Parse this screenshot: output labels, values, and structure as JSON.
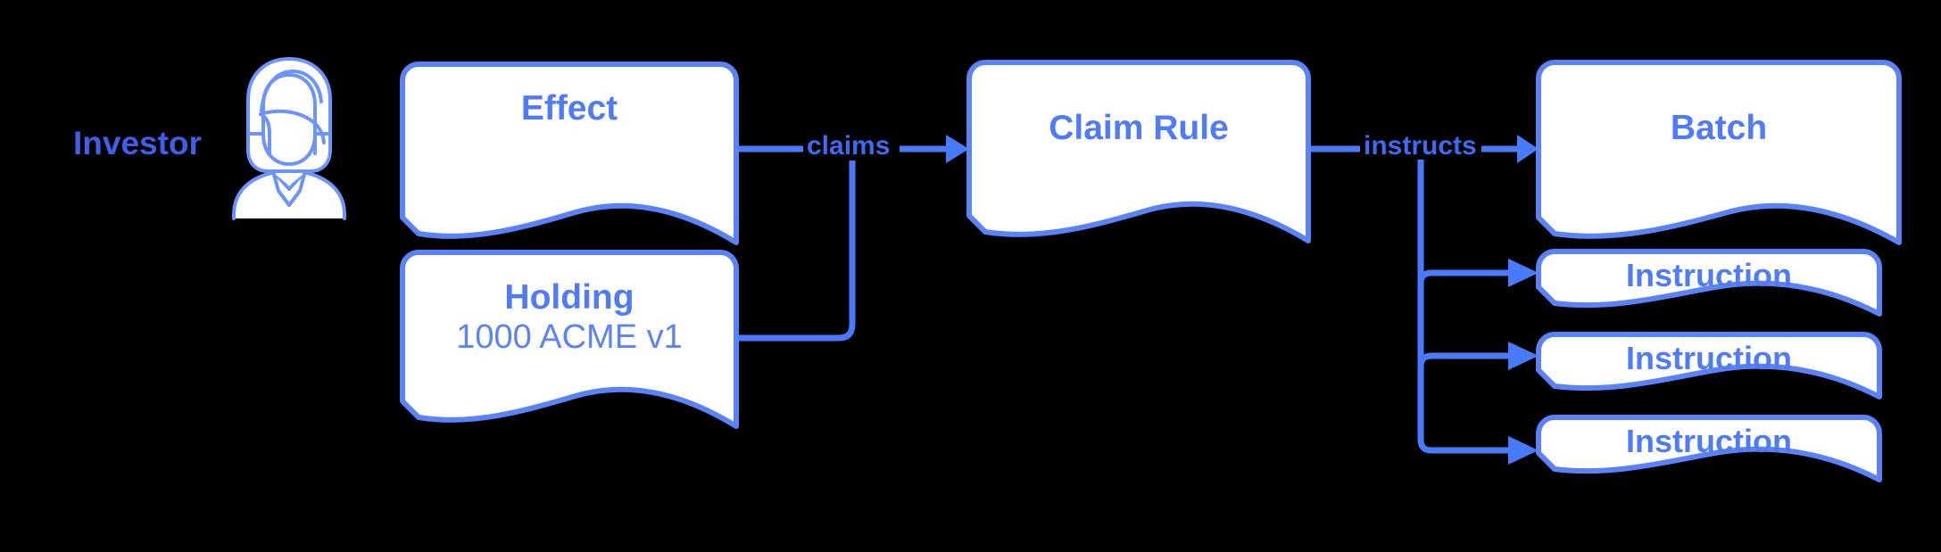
{
  "diagram": {
    "background_color": "#000000",
    "accent_color": "#4f7bf5",
    "node_fill": "#ffffff",
    "node_stroke": "#5b82f7",
    "actor": {
      "label": "Investor",
      "icon": "person-female-icon"
    },
    "nodes": [
      {
        "id": "effect",
        "title": "Effect",
        "subtitle": "",
        "shape": "document"
      },
      {
        "id": "holding",
        "title": "Holding",
        "subtitle": "1000 ACME v1",
        "shape": "document"
      },
      {
        "id": "claim-rule",
        "title": "Claim Rule",
        "subtitle": "",
        "shape": "document"
      },
      {
        "id": "batch",
        "title": "Batch",
        "subtitle": "",
        "shape": "document"
      },
      {
        "id": "instruction-1",
        "title": "Instruction",
        "subtitle": "",
        "shape": "document"
      },
      {
        "id": "instruction-2",
        "title": "Instruction",
        "subtitle": "",
        "shape": "document"
      },
      {
        "id": "instruction-3",
        "title": "Instruction",
        "subtitle": "",
        "shape": "document"
      }
    ],
    "edges": [
      {
        "id": "effect-claims",
        "label": "claims",
        "from": "effect",
        "to": "claim-rule"
      },
      {
        "id": "holding-claims",
        "label": "",
        "from": "holding",
        "to": "claim-rule"
      },
      {
        "id": "claimrule-instructs",
        "label": "instructs",
        "from": "claim-rule",
        "to": "batch"
      },
      {
        "id": "batch-instruction-1",
        "label": "",
        "from": "claim-rule",
        "to": "instruction-1"
      },
      {
        "id": "batch-instruction-2",
        "label": "",
        "from": "claim-rule",
        "to": "instruction-2"
      },
      {
        "id": "batch-instruction-3",
        "label": "",
        "from": "claim-rule",
        "to": "instruction-3"
      }
    ]
  }
}
